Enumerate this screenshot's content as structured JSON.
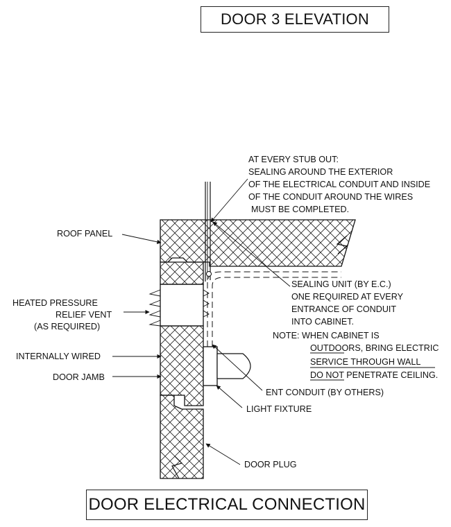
{
  "titles": {
    "top": "DOOR 3 ELEVATION",
    "bottom": "DOOR ELECTRICAL CONNECTION"
  },
  "labels": {
    "roof_panel": "ROOF PANEL",
    "relief_vent_1": "HEATED PRESSURE",
    "relief_vent_2": "RELIEF VENT",
    "relief_vent_3": "(AS REQUIRED)",
    "internally_wired": "INTERNALLY WIRED",
    "door_jamb": "DOOR JAMB",
    "stub_out_1": "AT EVERY STUB OUT:",
    "stub_out_2": "SEALING AROUND THE EXTERIOR",
    "stub_out_3": "OF THE ELECTRICAL CONDUIT AND INSIDE",
    "stub_out_4": "OF THE CONDUIT AROUND THE WIRES",
    "stub_out_5": "MUST BE COMPLETED.",
    "sealing_1": "SEALING UNIT (BY E.C.)",
    "sealing_2": "ONE REQUIRED AT EVERY",
    "sealing_3": "ENTRANCE OF CONDUIT",
    "sealing_4": "INTO CABINET.",
    "note_1": "NOTE: WHEN CABINET IS",
    "note_2": "OUTDOORS, BRING ELECTRIC",
    "note_3": "SERVICE THROUGH WALL",
    "note_4": "DO NOT PENETRATE CEILING.",
    "ent_conduit": "ENT CONDUIT (BY OTHERS)",
    "light_fixture": "LIGHT FIXTURE",
    "door_plug": "DOOR PLUG"
  }
}
